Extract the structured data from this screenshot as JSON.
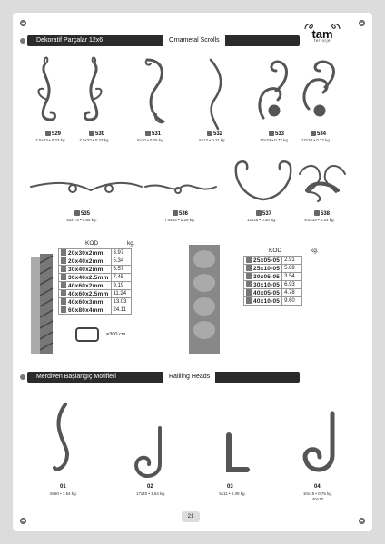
{
  "brand": {
    "name": "tam",
    "subtitle": "ferforje"
  },
  "section1": {
    "title_tr": "Dekoratif Parçalar 12x6",
    "title_en": "Ornametal Scrolls"
  },
  "scrolls": [
    {
      "code": "529",
      "spec": "7.5x23 • 0.23 kg."
    },
    {
      "code": "530",
      "spec": "7.5x23 • 0.23 kg."
    },
    {
      "code": "531",
      "spec": "6x30 • 0.25 kg."
    },
    {
      "code": "532",
      "spec": "5x17 • 0.11 kg."
    },
    {
      "code": "533",
      "spec": "17x34 • 0.77 kg."
    },
    {
      "code": "534",
      "spec": "17x34 • 0.77 kg."
    },
    {
      "code": "535",
      "spec": "54x7.5 • 0.65 kg."
    },
    {
      "code": "536",
      "spec": "7.5x33 • 0.29 kg."
    },
    {
      "code": "537",
      "spec": "13x16 • 0.30 kg."
    },
    {
      "code": "538",
      "spec": "9.5x15 • 0.24 kg."
    }
  ],
  "table1": {
    "col_kod": "KOD",
    "col_kg": "kg.",
    "rows": [
      {
        "prefix": "P",
        "kod": "20x30x2mm",
        "kg": "3.97"
      },
      {
        "prefix": "P",
        "kod": "20x40x2mm",
        "kg": "5.34"
      },
      {
        "prefix": "P",
        "kod": "30x40x2mm",
        "kg": "6.57"
      },
      {
        "prefix": "P",
        "kod": "30x40x2.5mm",
        "kg": "7.45"
      },
      {
        "prefix": "P",
        "kod": "40x60x2mm",
        "kg": "9.19"
      },
      {
        "prefix": "P",
        "kod": "40x60x2.5mm",
        "kg": "11.24"
      },
      {
        "prefix": "P",
        "kod": "40x60x3mm",
        "kg": "13.03"
      },
      {
        "prefix": "P",
        "kod": "60x80x4mm",
        "kg": "24.11"
      }
    ],
    "length_note": "L=300 cm"
  },
  "table2": {
    "col_kod": "KOD",
    "col_kg": "kg.",
    "rows": [
      {
        "prefix": "D",
        "kod": "25x05-05",
        "kg": "2.91"
      },
      {
        "prefix": "D",
        "kod": "25x10-05",
        "kg": "5.89"
      },
      {
        "prefix": "D",
        "kod": "30x05-05",
        "kg": "3.54"
      },
      {
        "prefix": "D",
        "kod": "30x10-05",
        "kg": "6.93"
      },
      {
        "prefix": "D",
        "kod": "40x05-05",
        "kg": "4.78"
      },
      {
        "prefix": "D",
        "kod": "40x10-05",
        "kg": "9.60"
      }
    ]
  },
  "section2": {
    "title_tr": "Merdiven Başlangıç Motifleri",
    "title_en": "Railling Heads"
  },
  "heads": [
    {
      "code": "01",
      "spec": "8x50 • 1.54 kg."
    },
    {
      "code": "02",
      "spec": "17x40 • 1.64 kg."
    },
    {
      "code": "03",
      "spec": "5x11 • 0.39 kg."
    },
    {
      "code": "04",
      "spec": "10x15 • 0.75 kg.",
      "spec2": "40x10"
    }
  ],
  "page_number": "21"
}
